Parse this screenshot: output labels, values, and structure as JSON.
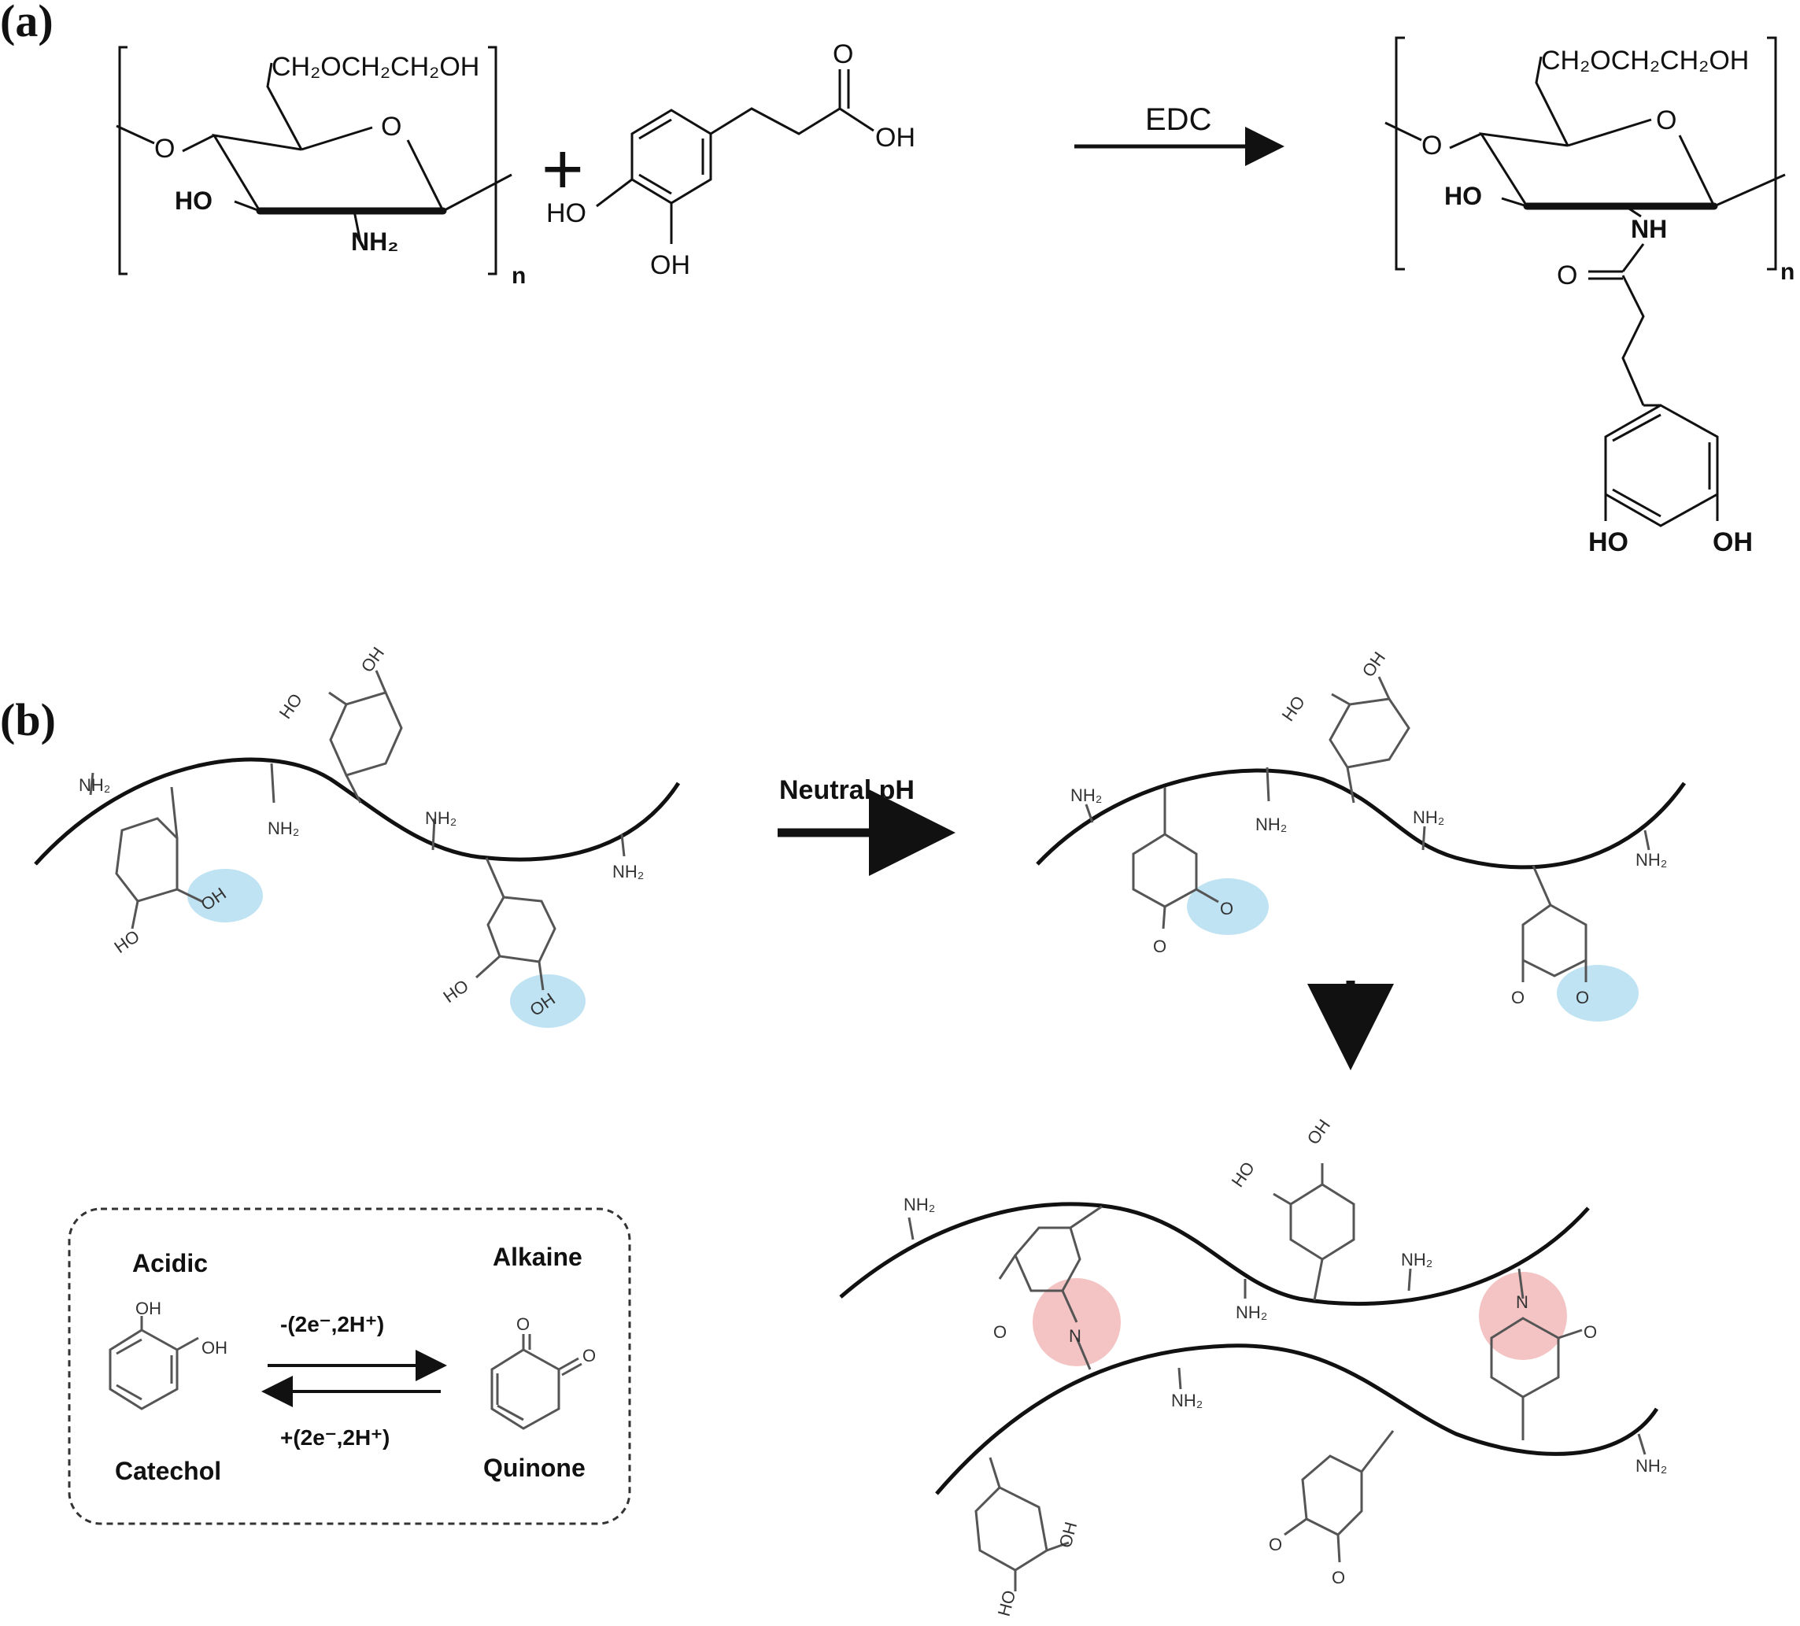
{
  "panels": {
    "a": {
      "label": "(a)",
      "reactant1": {
        "side_chain": "CH₂OCH₂CH₂OH",
        "ring_o": "O",
        "ho": "HO",
        "nh2": "NH₂",
        "n": "n"
      },
      "plus": "+",
      "reactant2": {
        "carbonyl_o": "O",
        "acid_oh": "OH",
        "ho": "HO",
        "oh": "OH"
      },
      "reagent": "EDC",
      "product": {
        "side_chain": "CH₂OCH₂CH₂OH",
        "ring_o": "O",
        "ho": "HO",
        "nh": "NH",
        "carbonyl_o": "O",
        "n": "n",
        "ho_bottom": "HO",
        "oh_bottom": "OH"
      }
    },
    "b": {
      "label": "(b)",
      "condition": "Neutral pH",
      "nh2": "NH₂",
      "oh": "OH",
      "ho": "HO",
      "o": "O",
      "n": "N",
      "legend": {
        "acidic": "Acidic",
        "alkaline": "Alkaine",
        "catechol": "Catechol",
        "quinone": "Quinone",
        "forward": "-(2e⁻,2H⁺)",
        "reverse": "+(2e⁻,2H⁺)"
      }
    }
  }
}
